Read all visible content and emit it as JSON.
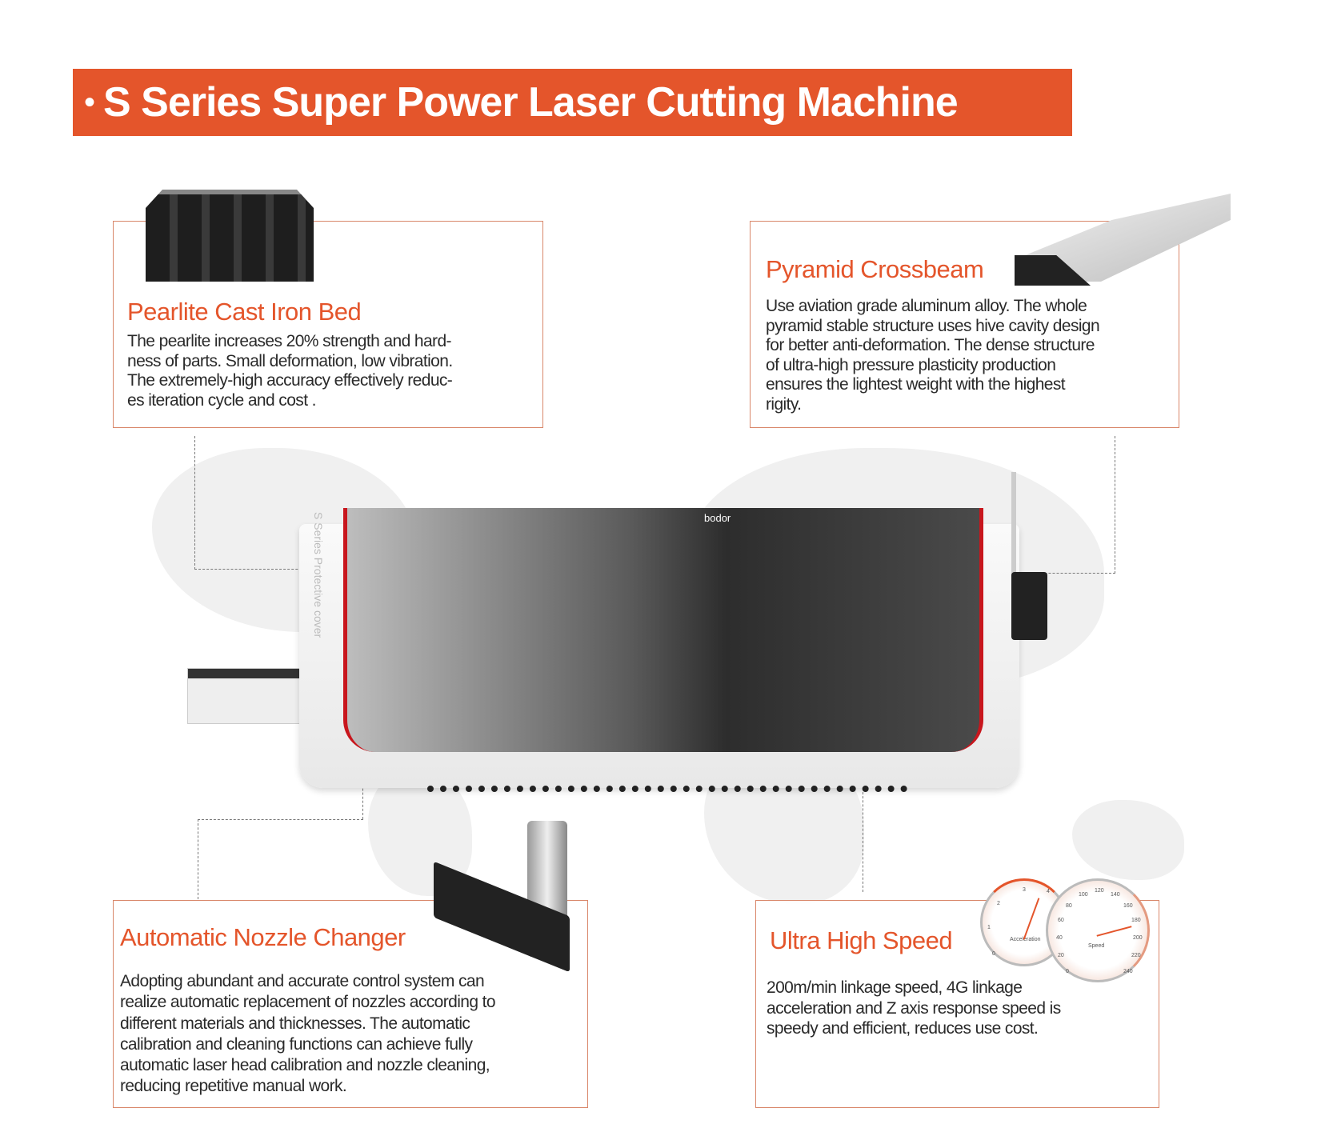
{
  "header": {
    "bullet": "•",
    "title": "S Series Super Power Laser Cutting Machine"
  },
  "features": [
    {
      "title": "Pearlite Cast Iron Bed",
      "lines": [
        "The pearlite increases 20% strength and hard-",
        "ness of parts. Small deformation, low vibration.",
        "The extremely-high accuracy effectively reduc-",
        "es iteration cycle and cost ."
      ]
    },
    {
      "title": "Pyramid Crossbeam",
      "lines": [
        "Use aviation grade aluminum alloy. The whole",
        "pyramid stable structure uses hive cavity design",
        "for better anti-deformation. The dense structure",
        "of ultra-high pressure plasticity production",
        "ensures the lightest weight with the highest",
        "rigity."
      ]
    },
    {
      "title": "Automatic Nozzle Changer",
      "lines": [
        "Adopting abundant and accurate control system can",
        "realize automatic replacement of nozzles according to",
        "different materials and thicknesses. The automatic",
        "calibration and cleaning functions can achieve fully",
        "automatic laser head calibration and nozzle cleaning,",
        "reducing repetitive manual work."
      ]
    },
    {
      "title": "Ultra High Speed",
      "lines": [
        "200m/min linkage speed, 4G linkage",
        "acceleration and Z axis response speed is",
        "speedy and efficient, reduces use cost."
      ]
    }
  ],
  "machine": {
    "brand": "bodor",
    "side_text": "S  Series Protective cover",
    "accent": "#c8161d"
  },
  "gauges": {
    "acceleration_label": "Acceleration",
    "speed_label": "Speed",
    "accel_ticks": [
      "0",
      "1",
      "2",
      "3",
      "4"
    ],
    "speed_ticks": [
      "0",
      "20",
      "40",
      "60",
      "80",
      "100",
      "120",
      "140",
      "160",
      "180",
      "200",
      "220",
      "240"
    ]
  },
  "colors": {
    "brand": "#e4552b",
    "border": "#d9876a"
  }
}
